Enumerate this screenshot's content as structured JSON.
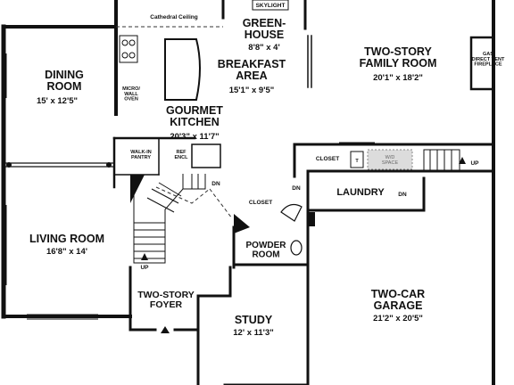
{
  "rooms": {
    "dining": {
      "name": "DINING\nROOM",
      "dims": "15' x 12'5\""
    },
    "living": {
      "name": "LIVING ROOM",
      "dims": "16'8\" x 14'"
    },
    "kitchen": {
      "name": "GOURMET\nKITCHEN",
      "dims": "20'3\" x 11'7\""
    },
    "breakfast": {
      "name": "BREAKFAST\nAREA",
      "dims": "15'1\" x 9'5\""
    },
    "greenhouse": {
      "name": "GREEN-\nHOUSE",
      "dims": "8'8\" x 4'"
    },
    "family": {
      "name": "TWO-STORY\nFAMILY ROOM",
      "dims": "20'1\" x 18'2\""
    },
    "laundry": {
      "name": "LAUNDRY"
    },
    "powder": {
      "name": "POWDER\nROOM"
    },
    "foyer": {
      "name": "TWO-STORY\nFOYER"
    },
    "study": {
      "name": "STUDY",
      "dims": "12' x 11'3\""
    },
    "garage": {
      "name": "TWO-CAR\nGARAGE",
      "dims": "21'2\" x 20'5\""
    }
  },
  "labels": {
    "skylight": "SKYLIGHT",
    "cathedral": "Cathedral Ceiling",
    "micro": "MICRO/\nWALL\nOVEN",
    "pantry": "WALK-IN\nPANTRY",
    "ref": "REF\nENCL",
    "closet_laundry": "CLOSET",
    "closet_powder": "CLOSET",
    "t_mark": "T",
    "wd": "W/D\nSPACE",
    "fireplace": "GAS\nDIRECT VENT\nFIREPLACE",
    "dn_stair": "DN",
    "dn_laundry1": "DN",
    "dn_laundry2": "DN",
    "up_foyer": "UP",
    "up_right": "UP"
  },
  "colors": {
    "wall": "#111111",
    "line": "#333333",
    "wd_fill": "#dcdcdc"
  }
}
